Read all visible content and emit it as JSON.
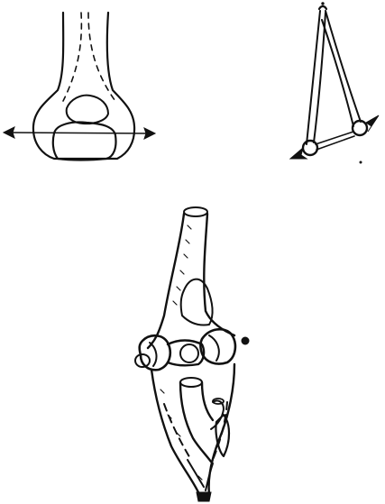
{
  "figures": [
    {
      "id": "bone-end-with-tension-arrows"
    },
    {
      "id": "v-strut-triangle-with-rotation-arrows"
    },
    {
      "id": "knee-joint-bone-sketch"
    }
  ],
  "colors": {
    "ink": "#111111",
    "paper": "#ffffff"
  }
}
